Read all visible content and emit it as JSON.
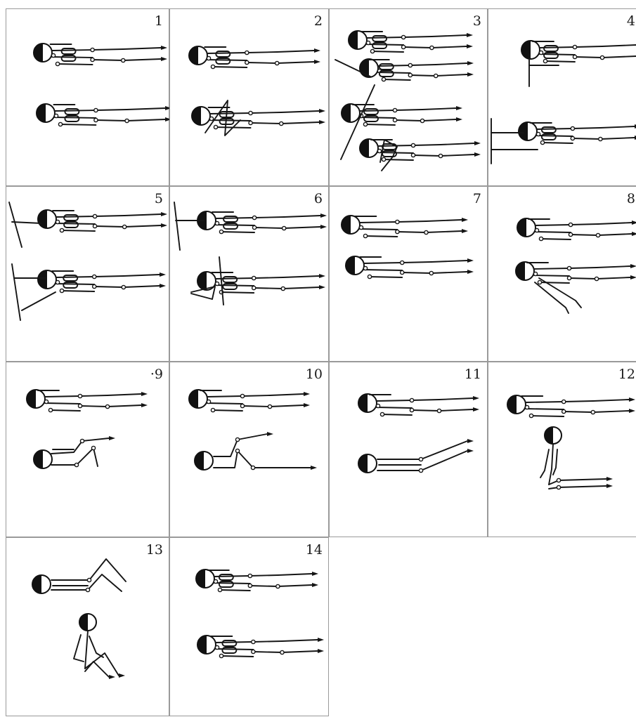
{
  "exercises": [
    {
      "number": "1"
    },
    {
      "number": "2"
    },
    {
      "number": "3"
    },
    {
      "number": "4"
    },
    {
      "number": "5"
    },
    {
      "number": "6"
    },
    {
      "number": "7"
    },
    {
      "number": "8"
    },
    {
      "number": "·9"
    },
    {
      "number": "10"
    },
    {
      "number": "11"
    },
    {
      "number": "12"
    },
    {
      "number": "13"
    },
    {
      "number": "14"
    }
  ]
}
